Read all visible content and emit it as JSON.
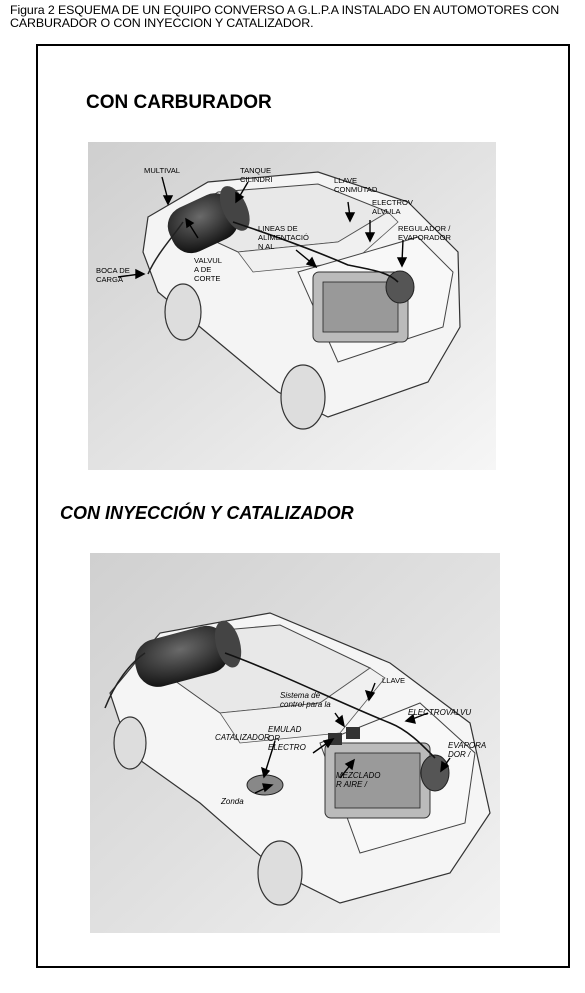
{
  "caption": "Figura 2 ESQUEMA DE UN EQUIPO CONVERSO A G.L.P.A INSTALADO EN AUTOMOTORES CON CARBURADOR O CON INYECCION Y CATALIZADOR.",
  "section1": {
    "title": "CON CARBURADOR",
    "labels": {
      "multival": "MULTIVAL",
      "tanque_1": "TANQUE",
      "tanque_2": "CILINDRI",
      "llave_1": "LLAVE",
      "llave_2": "CONMUTAD",
      "electrov_1": "ELECTROV",
      "electrov_2": "ALVULA",
      "regulador_1": "REGULADOR /",
      "regulador_2": "EVAPORADOR",
      "lineas_1": "LINEAS DE",
      "lineas_2": "ALIMENTACIÓ",
      "lineas_3": "N AL",
      "valvula_1": "VALVUL",
      "valvula_2": "A DE",
      "valvula_3": "CORTE",
      "boca_1": "BOCA DE",
      "boca_2": "CARGA"
    }
  },
  "section2": {
    "title": "CON INYECCIÓN Y CATALIZADOR",
    "labels": {
      "llave": "LLAVE",
      "sistema_1": "Sistema de",
      "sistema_2": "control para la",
      "electrovalvu": "ELECTROVALVU",
      "emulad_1": "EMULAD",
      "emulad_2": "OR",
      "emulad_3": "ELECTRO",
      "catalizador": "CATALIZADOR",
      "evapora_1": "EVAPORA",
      "evapora_2": "DOR /",
      "mezclado_1": "MEZCLADO",
      "mezclado_2": "R AIRE /",
      "zonda": "Zonda"
    }
  }
}
